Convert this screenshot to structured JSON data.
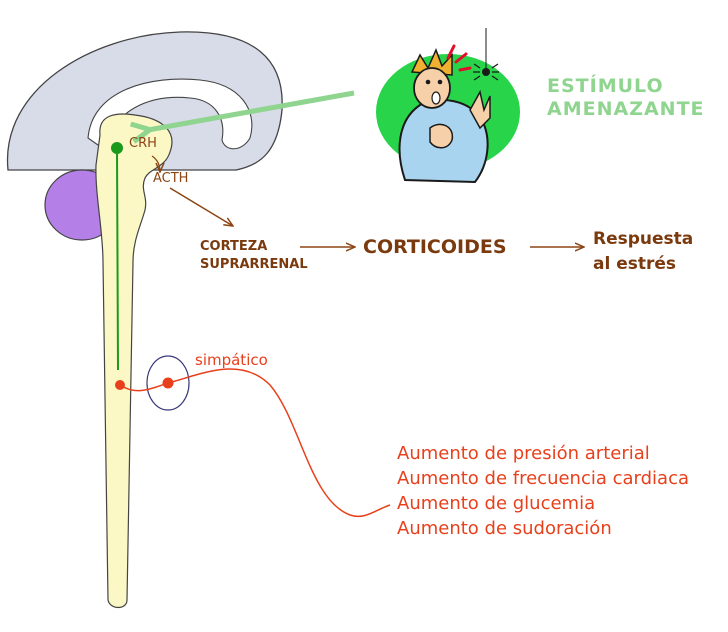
{
  "stimulus": {
    "line1": "ESTÍMULO",
    "line2": "AMENAZANTE"
  },
  "hormones": {
    "crh": "CRH",
    "acth": "ACTH"
  },
  "adrenal": {
    "line1": "CORTEZA",
    "line2": "SUPRARRENAL"
  },
  "corticoids": "CORTICOIDES",
  "response": {
    "line1": "Respuesta",
    "line2": "al estrés"
  },
  "sympathetic": "simpático",
  "effects": [
    "Aumento de presión arterial",
    "Aumento de frecuencia cardiaca",
    "Aumento de glucemia",
    "Aumento de sudoración"
  ],
  "colors": {
    "brain_fill": "#d8dbe8",
    "spinal_fill": "#fbf8c6",
    "pituitary_fill": "#b57fe8",
    "stimulus_green": "#8fd48f",
    "neuron_green": "#1a9a1a",
    "sympathetic_red": "#e8401c",
    "arrow_brown": "#8b4513",
    "figure_ellipse": "#27d44a"
  }
}
